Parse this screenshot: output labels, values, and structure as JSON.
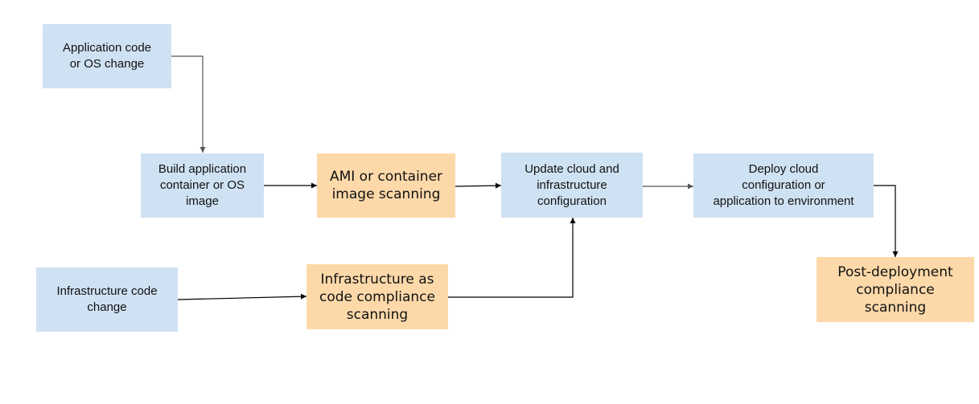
{
  "colors": {
    "process_box": "#cfe2f3",
    "scan_box": "#fdd9aa",
    "arrow": "#000000",
    "arrow_alt": "#555555"
  },
  "nodes": {
    "app_change": "Application code\nor OS change",
    "build_image": "Build application\ncontainer or OS\nimage",
    "ami_scan": "AMI or container\nimage scanning",
    "update_config": "Update cloud and\ninfrastructure\nconfiguration",
    "deploy": "Deploy cloud\nconfiguration or\napplication to environment",
    "post_scan": "Post-deployment\ncompliance\nscanning",
    "infra_change": "Infrastructure code\nchange",
    "iac_scan": "Infrastructure as\ncode compliance\nscanning"
  },
  "edges": [
    {
      "from": "app_change",
      "to": "build_image"
    },
    {
      "from": "build_image",
      "to": "ami_scan"
    },
    {
      "from": "ami_scan",
      "to": "update_config"
    },
    {
      "from": "update_config",
      "to": "deploy"
    },
    {
      "from": "deploy",
      "to": "post_scan"
    },
    {
      "from": "infra_change",
      "to": "iac_scan"
    },
    {
      "from": "iac_scan",
      "to": "update_config"
    }
  ]
}
